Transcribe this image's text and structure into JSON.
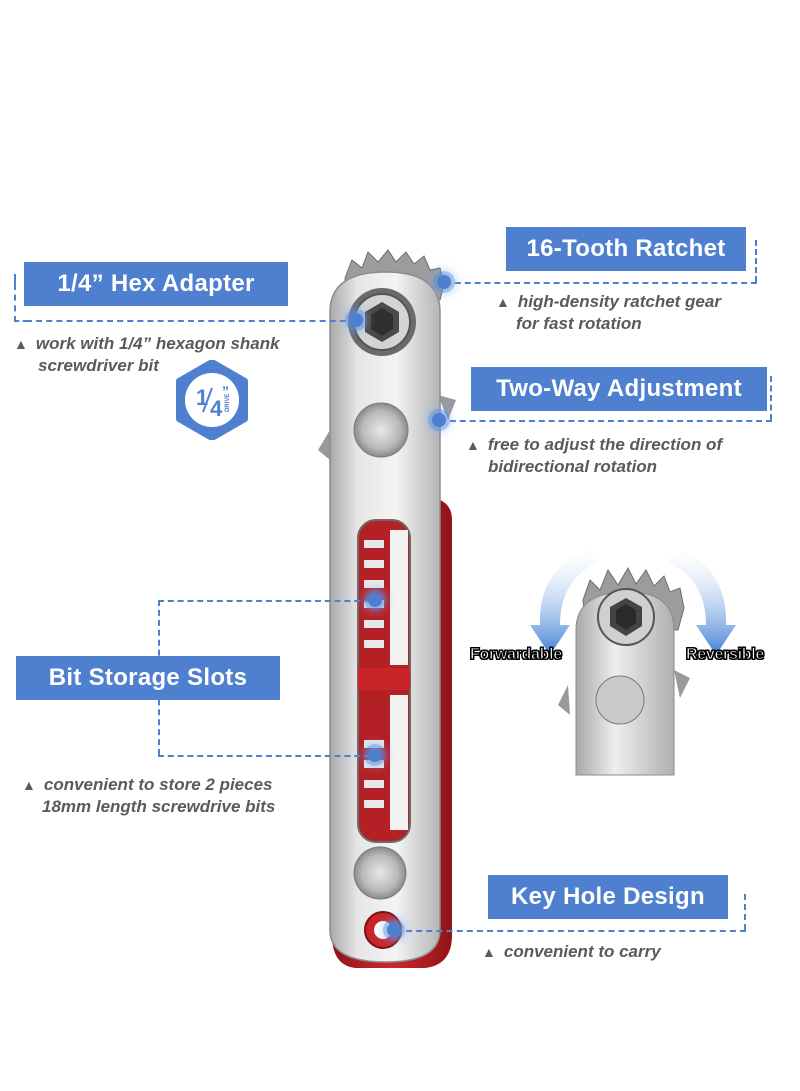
{
  "features": {
    "hex_adapter": {
      "title": "1/4” Hex Adapter",
      "desc_line1": "work with 1/4” hexagon shank",
      "desc_line2": "screwdriver bit"
    },
    "ratchet": {
      "title": "16-Tooth Ratchet",
      "desc_line1": "high-density ratchet gear",
      "desc_line2": "for fast rotation"
    },
    "two_way": {
      "title": "Two-Way Adjustment",
      "desc_line1": "free to adjust the direction of",
      "desc_line2": "bidirectional rotation"
    },
    "bit_storage": {
      "title": "Bit Storage Slots",
      "desc_line1": "convenient to store 2 pieces",
      "desc_line2": "18mm length screwdrive bits"
    },
    "key_hole": {
      "title": "Key Hole Design",
      "desc_line1": "convenient to carry",
      "desc_line2": ""
    }
  },
  "badge": {
    "fraction_num": "1",
    "fraction_den": "4",
    "quote": "”",
    "drive_text": "DRIVE"
  },
  "inset": {
    "left_label": "Forwardable",
    "right_label": "Reversible"
  },
  "colors": {
    "accent": "#4f80cf",
    "handle_red": "#c8242a",
    "steel": "#d9d9d9"
  }
}
